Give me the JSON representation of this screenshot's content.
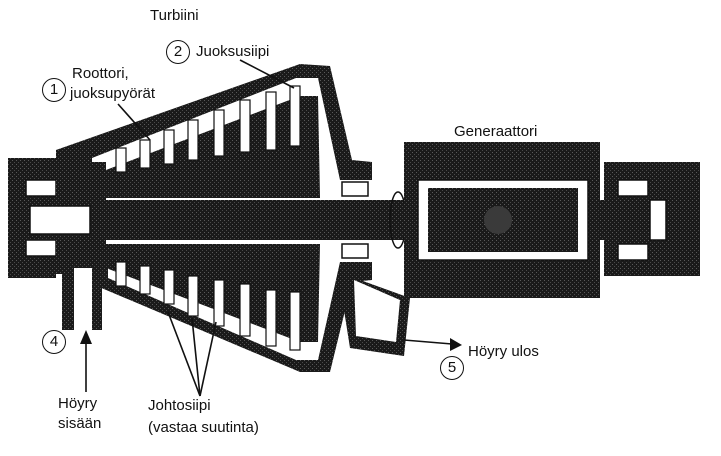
{
  "labels": {
    "turbine": "Turbiini",
    "rotor_line1": "Roottori,",
    "rotor_line2": "juoksupyörät",
    "rotor_blade": "Juoksusiipi",
    "generator": "Generaattori",
    "steam_in_line1": "Höyry",
    "steam_in_line2": "sisään",
    "stator_blade_line1": "Johtosiipi",
    "stator_blade_line2": "(vastaa suutinta)",
    "steam_out": "Höyry ulos"
  },
  "markers": {
    "m1": "1",
    "m2": "2",
    "m4": "4",
    "m5": "5"
  },
  "colors": {
    "ink": "#111111",
    "paper": "#ffffff"
  }
}
